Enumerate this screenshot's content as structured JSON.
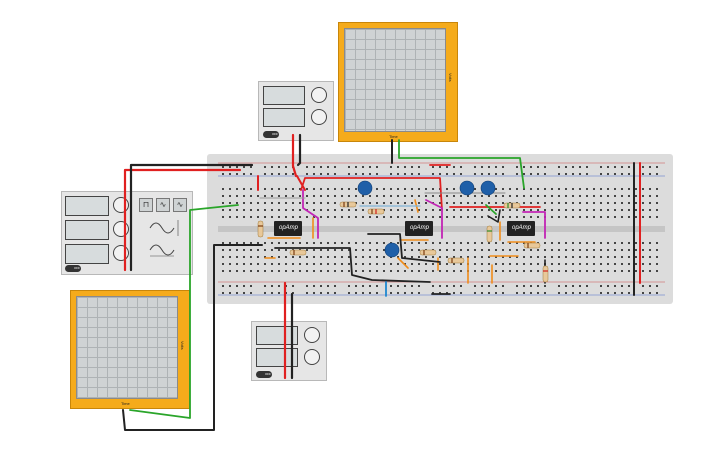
{
  "scope_top": {
    "side_label": "Volts",
    "bottom_label": "Time"
  },
  "scope_left": {
    "side_label": "Volts",
    "bottom_label": "Time"
  },
  "supply_top": {
    "power_label": "OFF"
  },
  "supply_bottom": {
    "power_label": "OFF"
  },
  "func_gen": {
    "power_label": "OFF",
    "waves": [
      "⊓",
      "∿",
      "∿"
    ]
  },
  "opamps": [
    {
      "label": "opAmp"
    },
    {
      "label": "opAmp"
    },
    {
      "label": "opAmp"
    }
  ],
  "colors": {
    "board": "#dcdcdc",
    "frame": "#f5ab1b",
    "red_wire": "#e02020",
    "green_wire": "#2aa52a",
    "orange_wire": "#f08c1a",
    "magenta_wire": "#c224b5",
    "blue_wire": "#1e88d0",
    "black_wire": "#222222",
    "capacitor": "#1f5fa8"
  }
}
